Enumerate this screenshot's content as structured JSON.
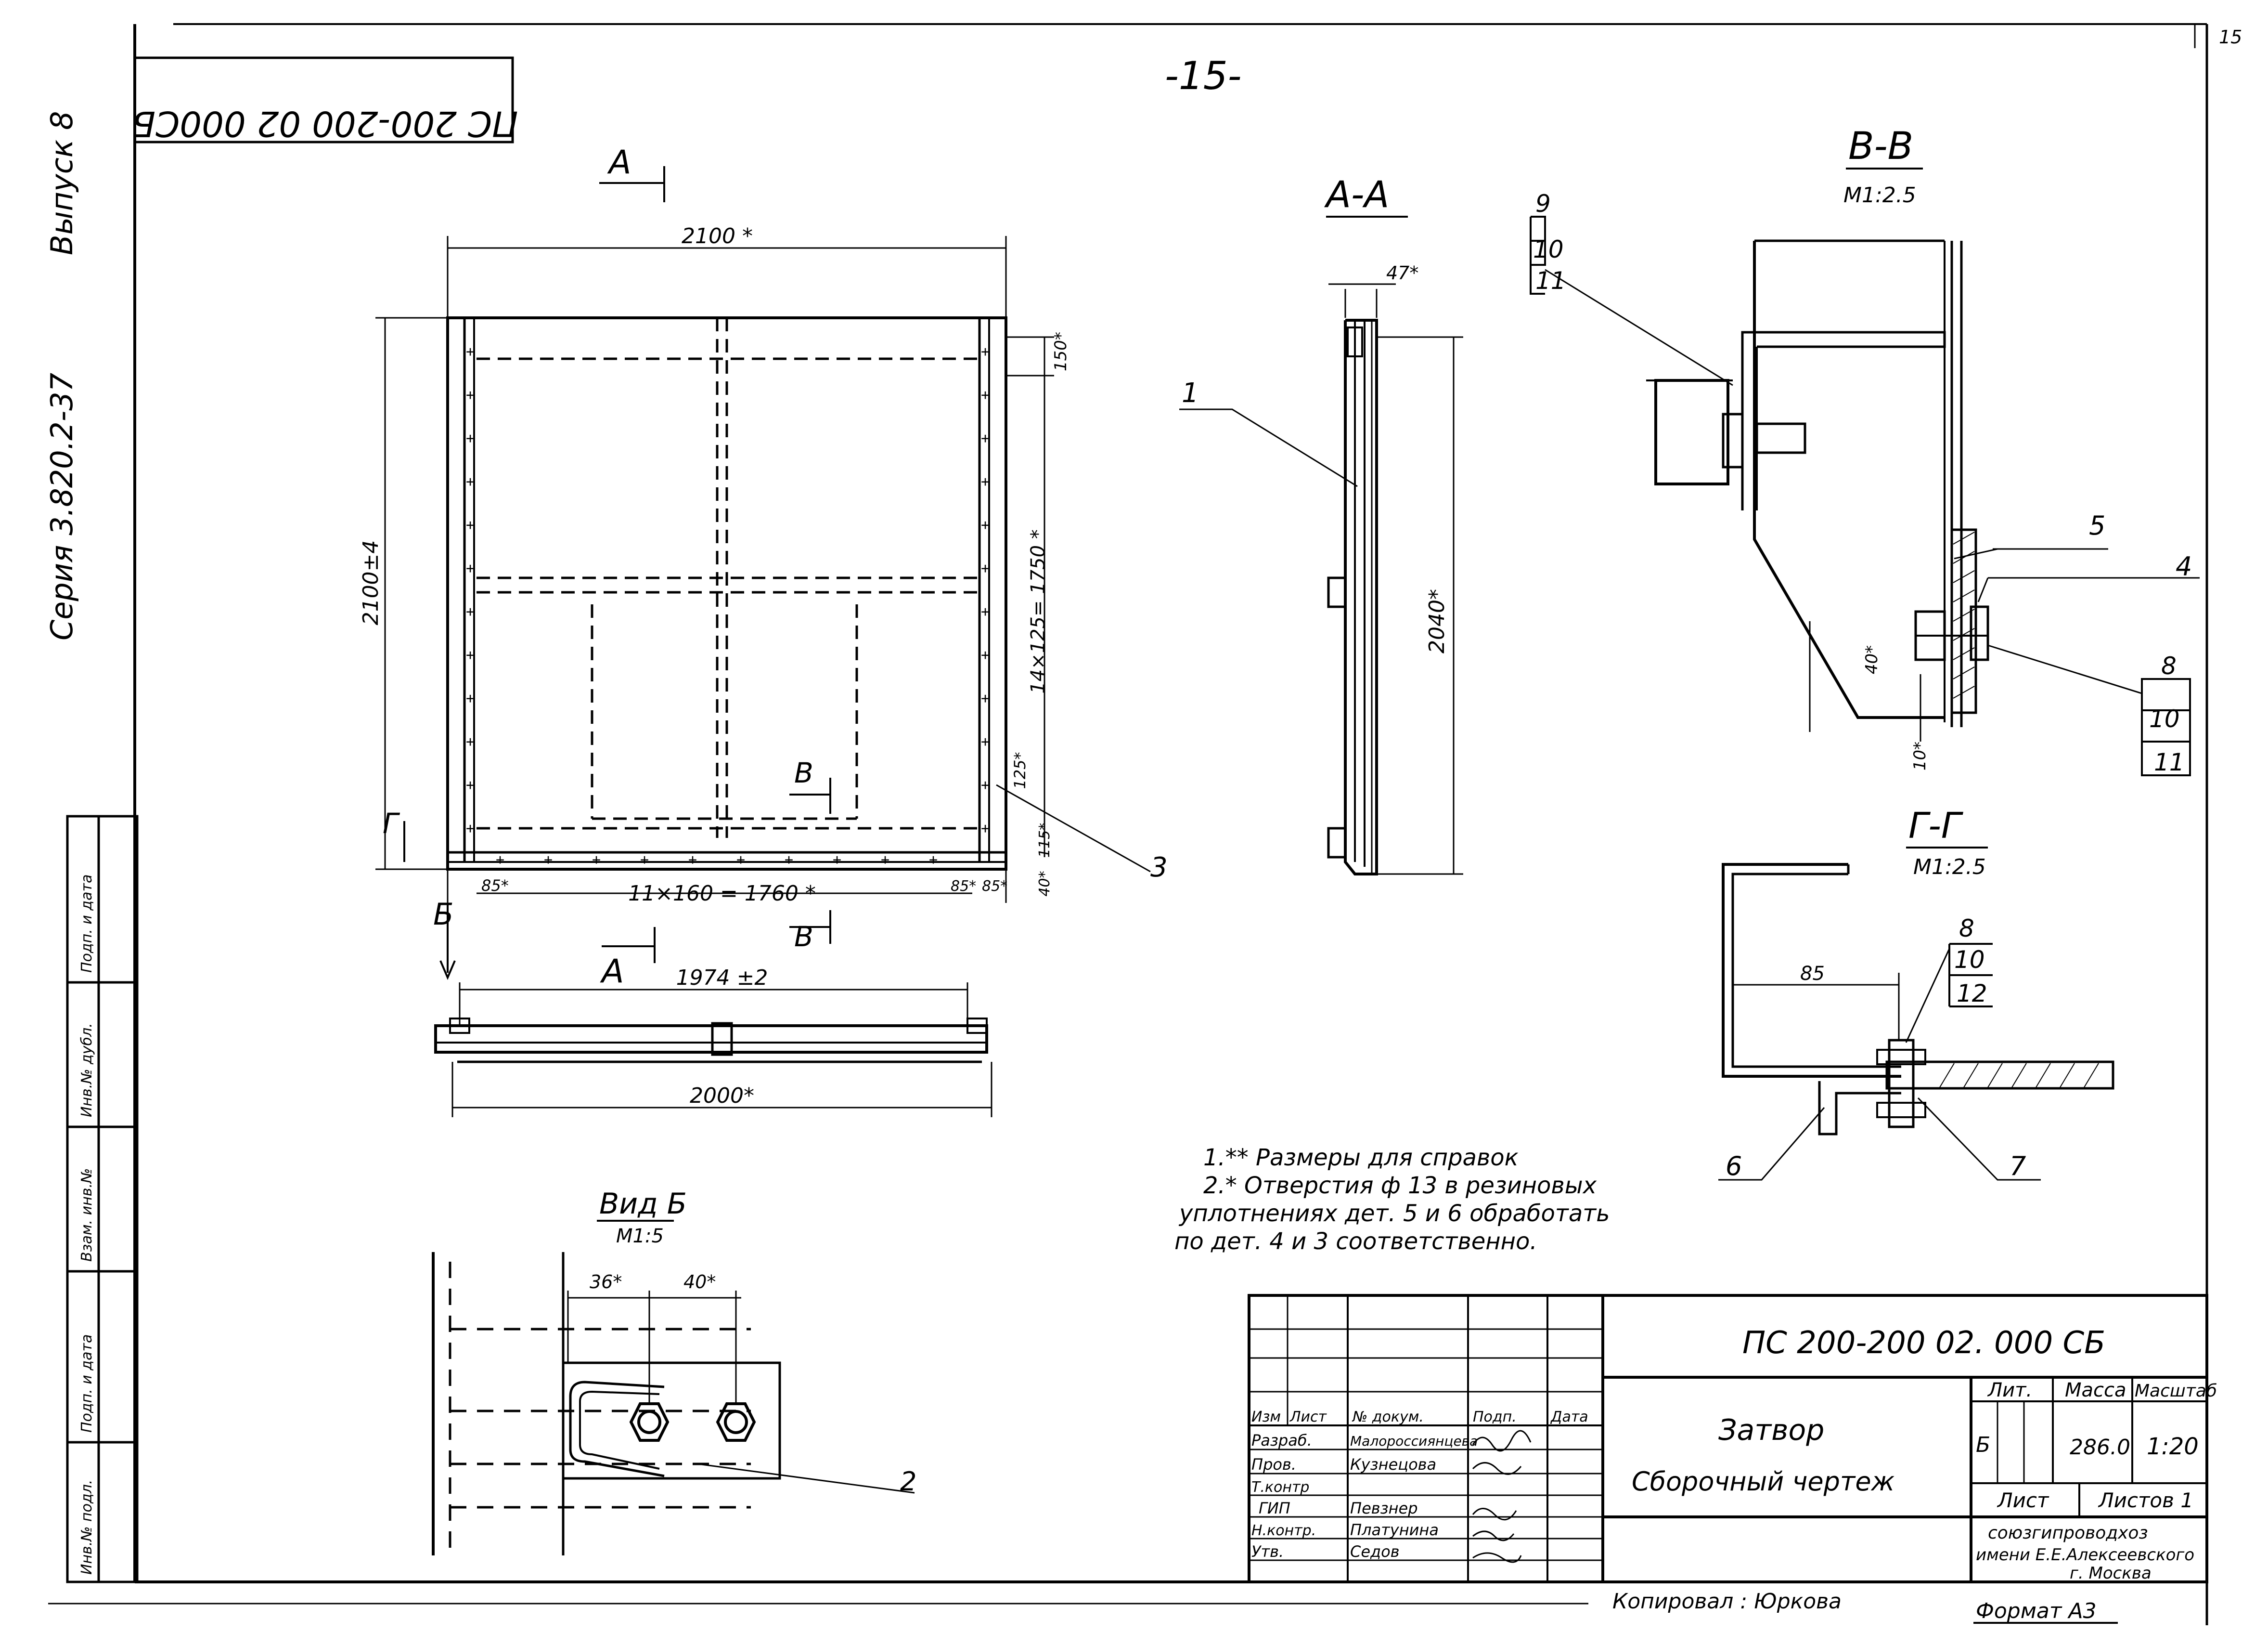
{
  "sheet": {
    "page_number": "-15-",
    "sheet_corner": "15",
    "mirrored_code": "ПС 200-200 02 000СБ",
    "series": "Серия 3.820.2-37",
    "issue": "Выпуск 8",
    "side_strip": [
      "Инв.№ подл.",
      "Подп. и дата",
      "Взам. инв.№",
      "Инв.№ дубл.",
      "Подп. и дата"
    ],
    "copied_by": "Копировал : Юркова",
    "format": "Формат А3"
  },
  "front_view": {
    "section_mark_top": "А",
    "section_mark_bottom": "А",
    "mark_B_upper": "В",
    "mark_B_lower": "В",
    "mark_G": "Г",
    "mark_Bview": "Б",
    "dim_width": "2100 *",
    "dim_height": "2100±4",
    "dim_top_offset": "150*",
    "dim_right_pitch": "14×125= 1750 *",
    "dim_125": "125*",
    "dim_115": "115*",
    "dim_40": "40*",
    "dim_85_left": "85*",
    "dim_bottom_pitch": "11×160 = 1760 *",
    "dim_85_right_a": "85*",
    "dim_85_right_b": "85*",
    "leader_3": "3"
  },
  "bottom_view": {
    "dim_1974": "1974 ±2",
    "dim_2000": "2000*"
  },
  "section_AA": {
    "title": "А-А",
    "dim_47": "47*",
    "dim_2040": "2040*",
    "leader_1": "1"
  },
  "section_BB": {
    "title": "В-В",
    "scale": "М1:2.5",
    "callout_top": [
      "9",
      "10",
      "11"
    ],
    "callout_5": "5",
    "callout_4": "4",
    "callout_bottom": [
      "8",
      "10",
      "11"
    ],
    "dim_40": "40*",
    "dim_10": "10*"
  },
  "section_GG": {
    "title": "Г-Г",
    "scale": "М1:2.5",
    "callout": [
      "8",
      "10",
      "12"
    ],
    "dim_85": "85",
    "callout_6": "6",
    "callout_7": "7"
  },
  "view_B": {
    "title": "Вид Б",
    "scale": "М1:5",
    "dim_36": "36*",
    "dim_40": "40*",
    "leader_2": "2"
  },
  "notes": [
    "1.** Размеры для справок",
    "2.* Отверстия ф 13 в резиновых",
    "уплотнениях дет. 5 и 6 обработать",
    "по дет. 4 и 3 соответственно."
  ],
  "title_block": {
    "code": "ПС 200-200 02. 000 СБ",
    "name1": "Затвор",
    "name2": "Сборочный чертеж",
    "col_headers": [
      "Изм",
      "Лист",
      "№ докум.",
      "Подп.",
      "Дата"
    ],
    "roles": [
      {
        "role": "Разраб.",
        "name": "Малороссиянцева"
      },
      {
        "role": "Пров.",
        "name": "Кузнецова"
      },
      {
        "role": "Т.контр",
        "name": ""
      },
      {
        "role": "ГИП",
        "name": "Певзнер"
      },
      {
        "role": "Н.контр.",
        "name": "Платунина"
      },
      {
        "role": "Утв.",
        "name": "Седов"
      }
    ],
    "lit_label": "Лит.",
    "mass_label": "Масса",
    "scale_label": "Масштаб",
    "lit_value": "Б",
    "mass_value": "286.0",
    "scale_value": "1:20",
    "sheet_label": "Лист",
    "sheets_label": "Листов 1",
    "org1": "союзгипроводхоз",
    "org2": "имени Е.Е.Алексеевского",
    "org3": "г. Москва"
  }
}
